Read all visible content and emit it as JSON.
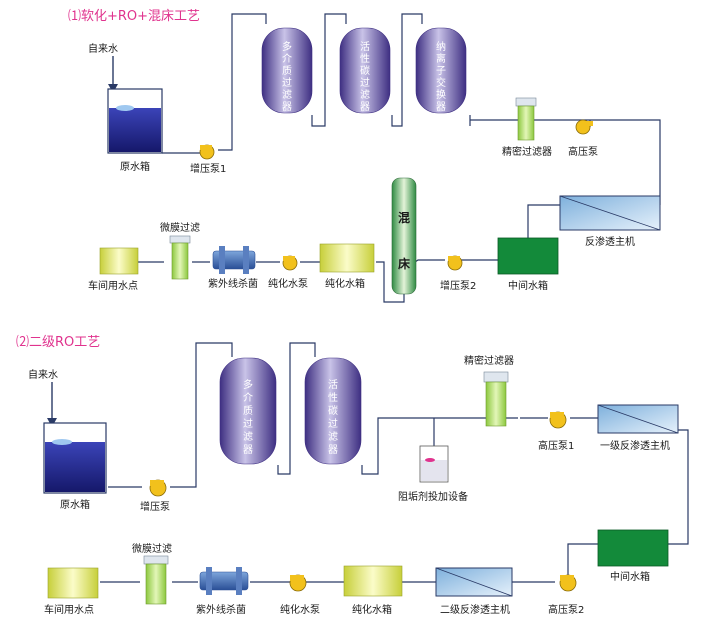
{
  "section1": {
    "title": "⑴软化+RO+混床工艺",
    "tap_water": "自来水",
    "raw_tank": "原水箱",
    "booster_pump": "增压泵1",
    "filters": [
      "多介质过滤器",
      "活性碳过滤器",
      "纳离子交换器"
    ],
    "precision_filter": "精密过滤器",
    "hp_pump": "高压泵",
    "ro_unit": "反渗透主机",
    "middle_tank": "中间水箱",
    "booster_pump2": "增压泵2",
    "mixed_bed": "混床",
    "pure_tank": "纯化水箱",
    "pure_pump": "纯化水泵",
    "uv": "紫外线杀菌",
    "microfilter": "微膜过滤",
    "use_point": "车间用水点"
  },
  "section2": {
    "title": "⑵二级RO工艺",
    "tap_water": "自来水",
    "raw_tank": "原水箱",
    "booster_pump": "增压泵",
    "filters": [
      "多介质过滤器",
      "活性碳过滤器"
    ],
    "precision_filter": "精密过滤器",
    "scale_dosing": "阻垢剂投加设备",
    "hp_pump1": "高压泵1",
    "ro1": "一级反渗透主机",
    "middle_tank": "中间水箱",
    "hp_pump2": "高压泵2",
    "ro2": "二级反渗透主机",
    "pure_tank": "纯化水箱",
    "pure_pump": "纯化水泵",
    "uv": "紫外线杀菌",
    "microfilter": "微膜过滤",
    "use_point": "车间用水点"
  },
  "colors": {
    "title": "#e0338e",
    "pipe": "#2a3a66",
    "water": "#24288f",
    "vessel": "#6a5aa8",
    "green_tank": "#138a3a",
    "yellow_box": "#e9ee7c",
    "precision": "#a9d86a",
    "pump": "#f2c11c"
  }
}
